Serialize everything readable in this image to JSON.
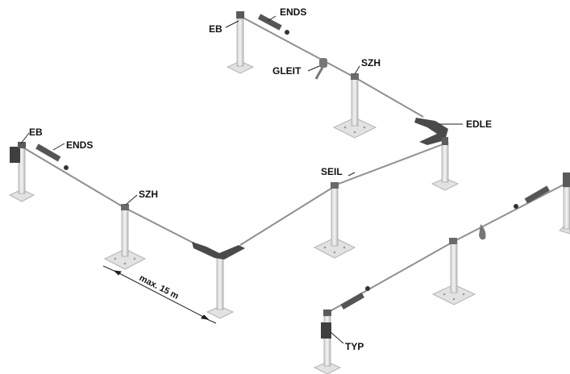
{
  "labels": {
    "eb_top": "EB",
    "ends_top": "ENDS",
    "gleit": "GLEIT",
    "szh_top": "SZH",
    "edle": "EDLE",
    "eb_left": "EB",
    "ends_left": "ENDS",
    "szh_left": "SZH",
    "seil": "SEIL",
    "typ": "TYP",
    "dimension": "max. 15 m"
  },
  "colors": {
    "cable": "#8f8f8f",
    "post": "#e6e6e6",
    "post_edge": "#a9a9a9",
    "base": "#dedede",
    "dark_part": "#4a4a4a",
    "leader": "#222222"
  }
}
